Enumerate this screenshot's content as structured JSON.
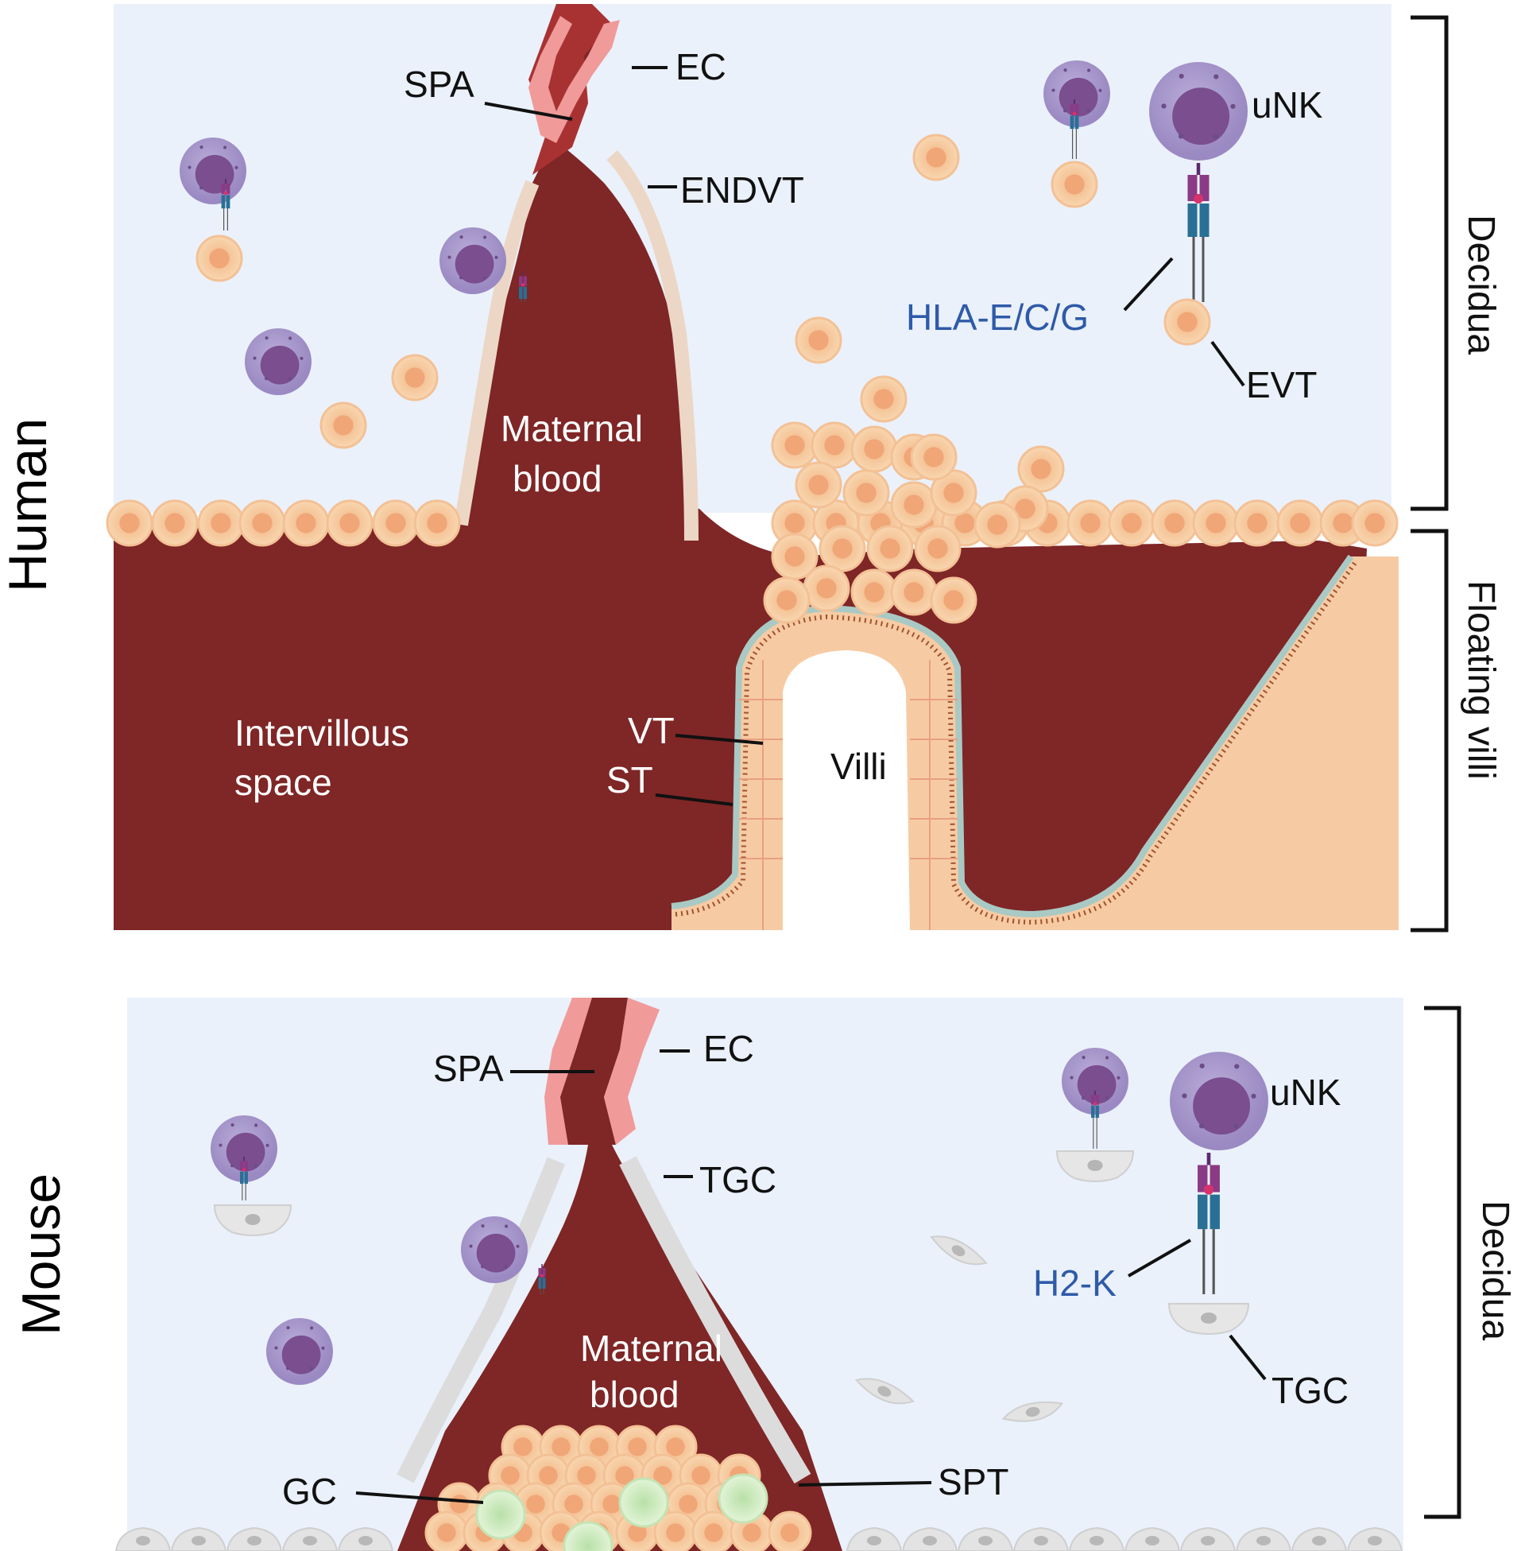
{
  "species": {
    "human": "Human",
    "mouse": "Mouse"
  },
  "human": {
    "labels": {
      "spa": "SPA",
      "ec": "EC",
      "endvt": "ENDVT",
      "unk": "uNK",
      "hla": "HLA-E/C/G",
      "evt": "EVT",
      "maternal_blood_1": "Maternal",
      "maternal_blood_2": "blood",
      "intervillous_1": "Intervillous",
      "intervillous_2": "space",
      "vt": "VT",
      "st": "ST",
      "villi": "Villi"
    },
    "brackets": {
      "decidua": "Decidua",
      "floating_villi": "Floating villi"
    }
  },
  "mouse": {
    "labels": {
      "spa": "SPA",
      "ec": "EC",
      "tgc": "TGC",
      "unk": "uNK",
      "h2k": "H2-K",
      "tgc2": "TGC",
      "maternal_blood_1": "Maternal",
      "maternal_blood_2": "blood",
      "gc": "GC",
      "spt": "SPT"
    },
    "brackets": {
      "decidua": "Decidua"
    }
  },
  "colors": {
    "decidua_bg": "#eaf1fb",
    "blood": "#7f2626",
    "trophoblast": "#f6c79c",
    "unk_cell": "#a494c8",
    "receptor": "#2a6f95",
    "gc": "#d7efc9",
    "tgc": "#e6e6e6"
  }
}
